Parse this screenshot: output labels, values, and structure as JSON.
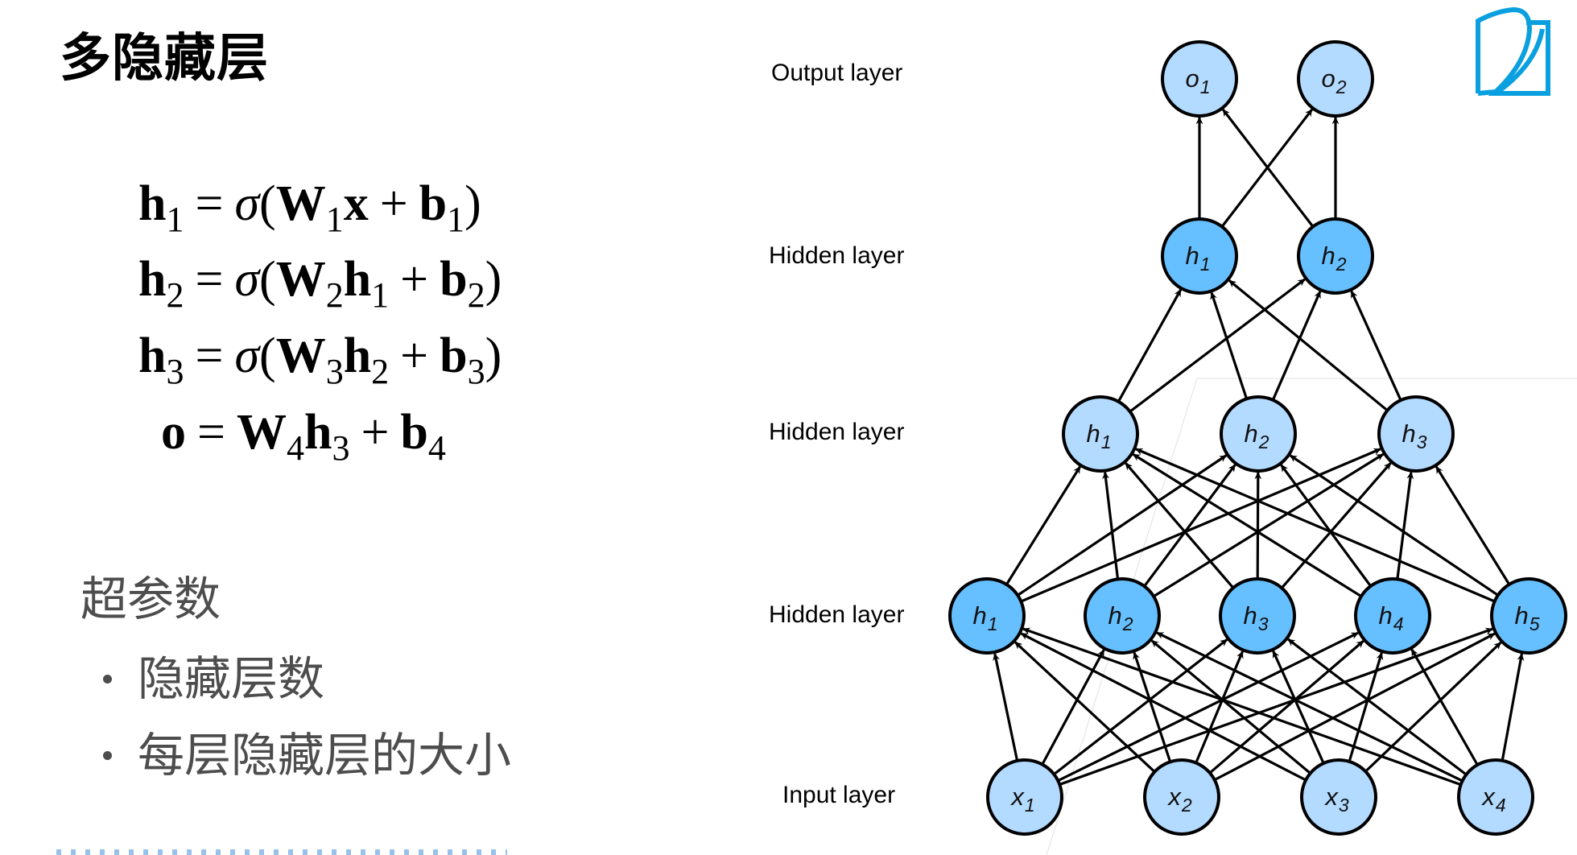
{
  "slide": {
    "title": "多隐藏层",
    "logo_icon": "book-logo-icon",
    "accent_color": "#0AA0E0"
  },
  "equations": [
    {
      "lhs": "h",
      "lhs_sub": "1",
      "fn": "σ",
      "w": "W",
      "w_sub": "1",
      "arg": "x",
      "arg_sub": "",
      "b": "b",
      "b_sub": "1",
      "activated": true
    },
    {
      "lhs": "h",
      "lhs_sub": "2",
      "fn": "σ",
      "w": "W",
      "w_sub": "2",
      "arg": "h",
      "arg_sub": "1",
      "b": "b",
      "b_sub": "2",
      "activated": true
    },
    {
      "lhs": "h",
      "lhs_sub": "3",
      "fn": "σ",
      "w": "W",
      "w_sub": "3",
      "arg": "h",
      "arg_sub": "2",
      "b": "b",
      "b_sub": "3",
      "activated": true
    },
    {
      "lhs": "o",
      "lhs_sub": "",
      "fn": "",
      "w": "W",
      "w_sub": "4",
      "arg": "h",
      "arg_sub": "3",
      "b": "b",
      "b_sub": "4",
      "activated": false
    }
  ],
  "symbols": {
    "equals": "=",
    "plus": "+",
    "open_paren": "(",
    "close_paren": ")"
  },
  "hyperparameters": {
    "heading": "超参数",
    "items": [
      "隐藏层数",
      "每层隐藏层的大小"
    ]
  },
  "diagram": {
    "colors": {
      "input_fill": "#B3DAFF",
      "hidden_dark_fill": "#66BFFF",
      "stroke": "#000000"
    },
    "layers": [
      {
        "label": "Output layer",
        "style": "light",
        "nodes": [
          {
            "var": "o",
            "sub": "1"
          },
          {
            "var": "o",
            "sub": "2"
          }
        ]
      },
      {
        "label": "Hidden layer",
        "style": "dark",
        "nodes": [
          {
            "var": "h",
            "sub": "1"
          },
          {
            "var": "h",
            "sub": "2"
          }
        ]
      },
      {
        "label": "Hidden layer",
        "style": "light",
        "nodes": [
          {
            "var": "h",
            "sub": "1"
          },
          {
            "var": "h",
            "sub": "2"
          },
          {
            "var": "h",
            "sub": "3"
          }
        ]
      },
      {
        "label": "Hidden layer",
        "style": "dark",
        "nodes": [
          {
            "var": "h",
            "sub": "1"
          },
          {
            "var": "h",
            "sub": "2"
          },
          {
            "var": "h",
            "sub": "3"
          },
          {
            "var": "h",
            "sub": "4"
          },
          {
            "var": "h",
            "sub": "5"
          }
        ]
      },
      {
        "label": "Input layer",
        "style": "light",
        "nodes": [
          {
            "var": "x",
            "sub": "1"
          },
          {
            "var": "x",
            "sub": "2"
          },
          {
            "var": "x",
            "sub": "3"
          },
          {
            "var": "x",
            "sub": "4"
          }
        ]
      }
    ],
    "connectivity": "fully-connected",
    "direction": "bottom-to-top"
  }
}
